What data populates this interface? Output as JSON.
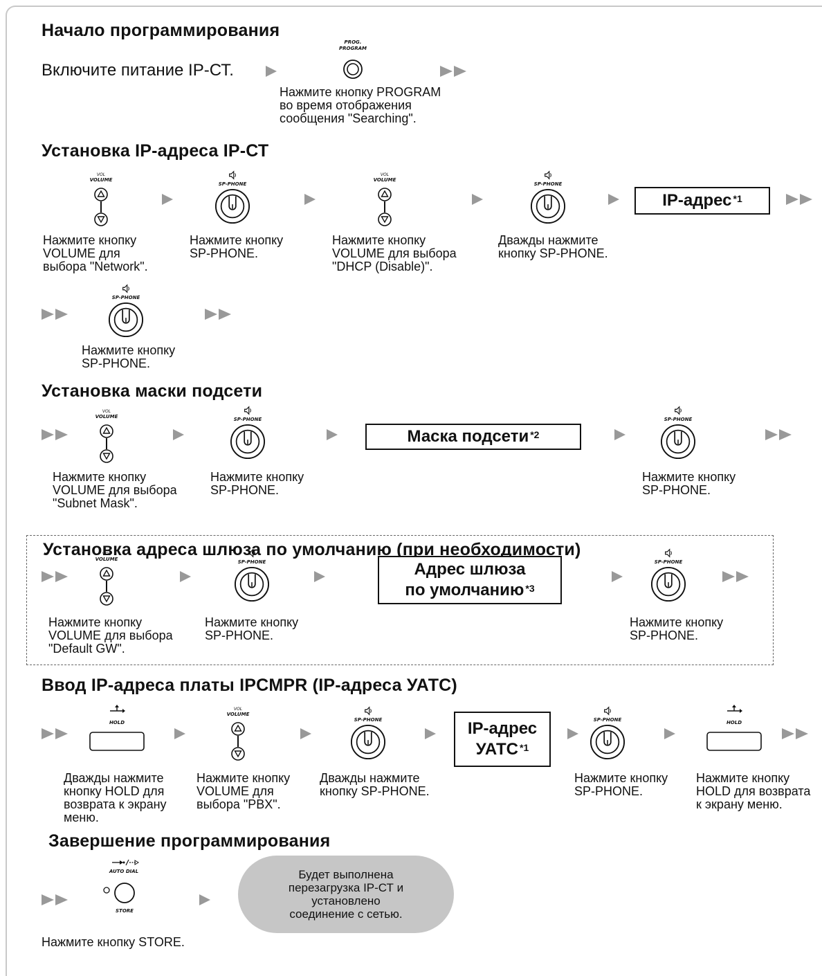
{
  "sections": {
    "start": {
      "title": "Начало программирования",
      "power_on": "Включите питание IP-СТ.",
      "prog_label": "PROG.",
      "program_label": "PROGRAM",
      "caption": [
        "Нажмите кнопку PROGRAM",
        "во время отображения",
        "сообщения \"Searching\"."
      ]
    },
    "ip_address": {
      "title": "Установка IP-адреса IP-СТ",
      "captions": [
        [
          "Нажмите кнопку",
          "VOLUME для",
          "выбора \"Network\"."
        ],
        [
          "Нажмите кнопку",
          "SP-PHONE."
        ],
        [
          "Нажмите кнопку",
          "VOLUME для выбора",
          "\"DHCP (Disable)\"."
        ],
        [
          "Дважды нажмите",
          "кнопку SP-PHONE."
        ],
        [
          "Нажмите кнопку",
          "SP-PHONE."
        ]
      ],
      "box": "IP-адрес",
      "box_note": "*1"
    },
    "subnet": {
      "title": "Установка маски подсети",
      "captions": [
        [
          "Нажмите кнопку",
          "VOLUME для выбора",
          "\"Subnet Mask\"."
        ],
        [
          "Нажмите кнопку",
          "SP-PHONE."
        ],
        [
          "Нажмите кнопку",
          "SP-PHONE."
        ]
      ],
      "box": "Маска подсети",
      "box_note": "*2"
    },
    "gateway": {
      "title": "Установка адреса шлюза по умолчанию (при необходимости)",
      "captions": [
        [
          "Нажмите кнопку",
          "VOLUME для выбора",
          "\"Default GW\"."
        ],
        [
          "Нажмите кнопку",
          "SP-PHONE."
        ],
        [
          "Нажмите кнопку",
          "SP-PHONE."
        ]
      ],
      "box_line1": "Адрес шлюза",
      "box_line2": "по умолчанию",
      "box_note": "*3"
    },
    "pbx": {
      "title": "Ввод IP-адреса платы IPCMPR (IP-адреса УАТС)",
      "captions": [
        [
          "Дважды нажмите",
          "кнопку HOLD для",
          "возврата к экрану",
          "меню."
        ],
        [
          "Нажмите кнопку",
          "VOLUME для",
          "выбора \"PBX\"."
        ],
        [
          "Дважды нажмите",
          "кнопку SP-PHONE."
        ],
        [
          "Нажмите кнопку",
          "SP-PHONE."
        ],
        [
          "Нажмите кнопку",
          "HOLD для возврата",
          "к экрану меню."
        ]
      ],
      "box_line1": "IP-адрес",
      "box_line2": "УАТС",
      "box_note": "*1"
    },
    "finish": {
      "title": "Завершение программирования",
      "auto_dial_label": "AUTO DIAL",
      "store_label": "STORE",
      "caption": "Нажмите кнопку STORE.",
      "result": [
        "Будет выполнена",
        "перезагрузка IP-СТ и",
        "установлено",
        "соединение с сетью."
      ]
    }
  },
  "button_labels": {
    "volume_small": "VOL",
    "volume": "VOLUME",
    "sp_phone": "SP-PHONE",
    "hold": "HOLD"
  }
}
